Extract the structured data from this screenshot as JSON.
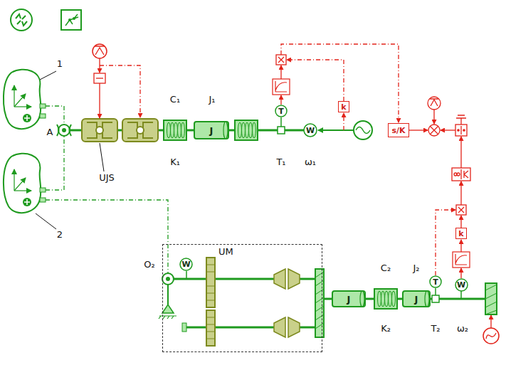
{
  "diagram": {
    "nodes": [
      {
        "text": [
          "J"
        ]
      },
      {
        "text": [
          "T"
        ]
      },
      {
        "text": [
          "W"
        ]
      },
      {
        "text": [
          "k"
        ]
      },
      {
        "text": [
          "s/K"
        ]
      },
      {
        "text": [
          "k"
        ]
      },
      {
        "text": [
          "UM"
        ]
      },
      {
        "text": [
          "W"
        ],
        "in": 6
      },
      {
        "text": [
          "J"
        ]
      },
      {
        "text": [
          "J"
        ]
      },
      {
        "text": [
          "T"
        ]
      },
      {
        "text": [
          "W"
        ]
      }
    ],
    "labels": [
      "1",
      "A",
      "UJS",
      "C₁",
      "J₁",
      "K₁",
      "T₁",
      "ω₁",
      "2",
      "O₂",
      "C₂",
      "J₂",
      "K₂",
      "T₂",
      "ω₂"
    ]
  }
}
